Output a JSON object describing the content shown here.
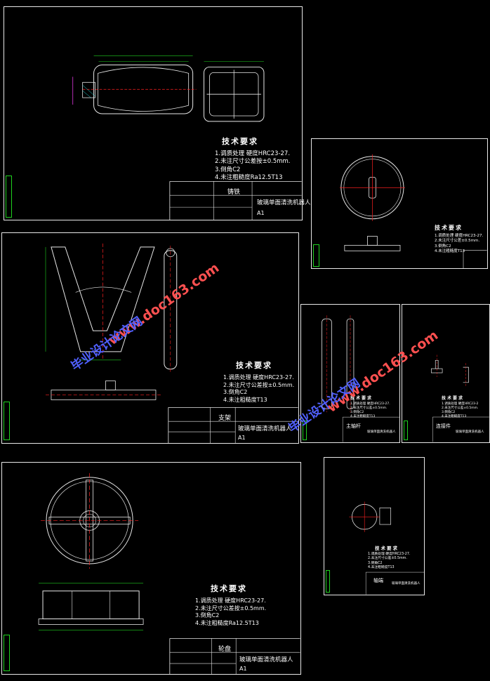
{
  "sheets": {
    "s1": {
      "tech_title": "技术要求",
      "tech_lines": [
        "1.调质处理   硬度HRC23-27.",
        "2.未注尺寸公差按±0.5mm.",
        "3.倒角C2",
        "4.未注粗糙度Ra12.5T13"
      ],
      "material": "铸铁",
      "part_name": "玻璃单面清洗机器人",
      "scale": "A1"
    },
    "s2": {
      "tech_title": "技术要求",
      "tech_lines": [
        "1.调质处理 硬度HRC23-27.",
        "2.未注尺寸公差±0.5mm.",
        "3.倒角C2",
        "4.未注粗糙度T13"
      ]
    },
    "s3": {
      "tech_title": "技术要求",
      "tech_lines": [
        "1.调质处理   硬度HRC23-27.",
        "2.未注尺寸公差按±0.5mm.",
        "3.倒角C2",
        "4.未注粗糙度T13"
      ],
      "material": "支架",
      "part_name": "玻璃单面清洗机器人",
      "scale": "A1"
    },
    "s4": {
      "tech_title": "技术要求",
      "tech_lines": [
        "1.调质处理 硬度HRC23-27.",
        "2.未注尺寸公差±0.5mm.",
        "3.倒角C2",
        "4.未注粗糙度T13"
      ],
      "material": "主轴杆",
      "part_name": "玻璃单面清洗机器人"
    },
    "s5": {
      "tech_title": "技术要求",
      "tech_lines": [
        "1.调质处理 硬度HRC23-2",
        "2.未注尺寸公差±0.5mm.",
        "3.倒角C2",
        "4.未注粗糙度T13"
      ],
      "material": "连接件",
      "part_name": "玻璃单面清洗机器人"
    },
    "s6": {
      "tech_title": "技术要求",
      "tech_lines": [
        "1.调质处理   硬度HRC23-27.",
        "2.未注尺寸公差按±0.5mm.",
        "3.倒角C2",
        "4.未注粗糙度Ra12.5T13"
      ],
      "material": "轮盘",
      "part_name": "玻璃单面清洗机器人",
      "scale": "A1"
    },
    "s7": {
      "tech_title": "技术要求",
      "tech_lines": [
        "1.调质处理 硬度HRC23-27.",
        "2.未注尺寸公差±0.5mm.",
        "3.倒角C2",
        "4.未注粗糙度T13"
      ],
      "material": "轴端",
      "part_name": "玻璃单面清洗机器人"
    }
  },
  "watermarks": {
    "url": "www.doc163.com",
    "site": "毕业设计论文网"
  },
  "colors": {
    "line": "#e8e8e8",
    "green": "#1fd11f",
    "red": "#ff2020",
    "magenta": "#ff40ff",
    "cyan": "#20e0e0",
    "watermark_url": "#ff5050",
    "watermark_site": "#5060ff"
  }
}
